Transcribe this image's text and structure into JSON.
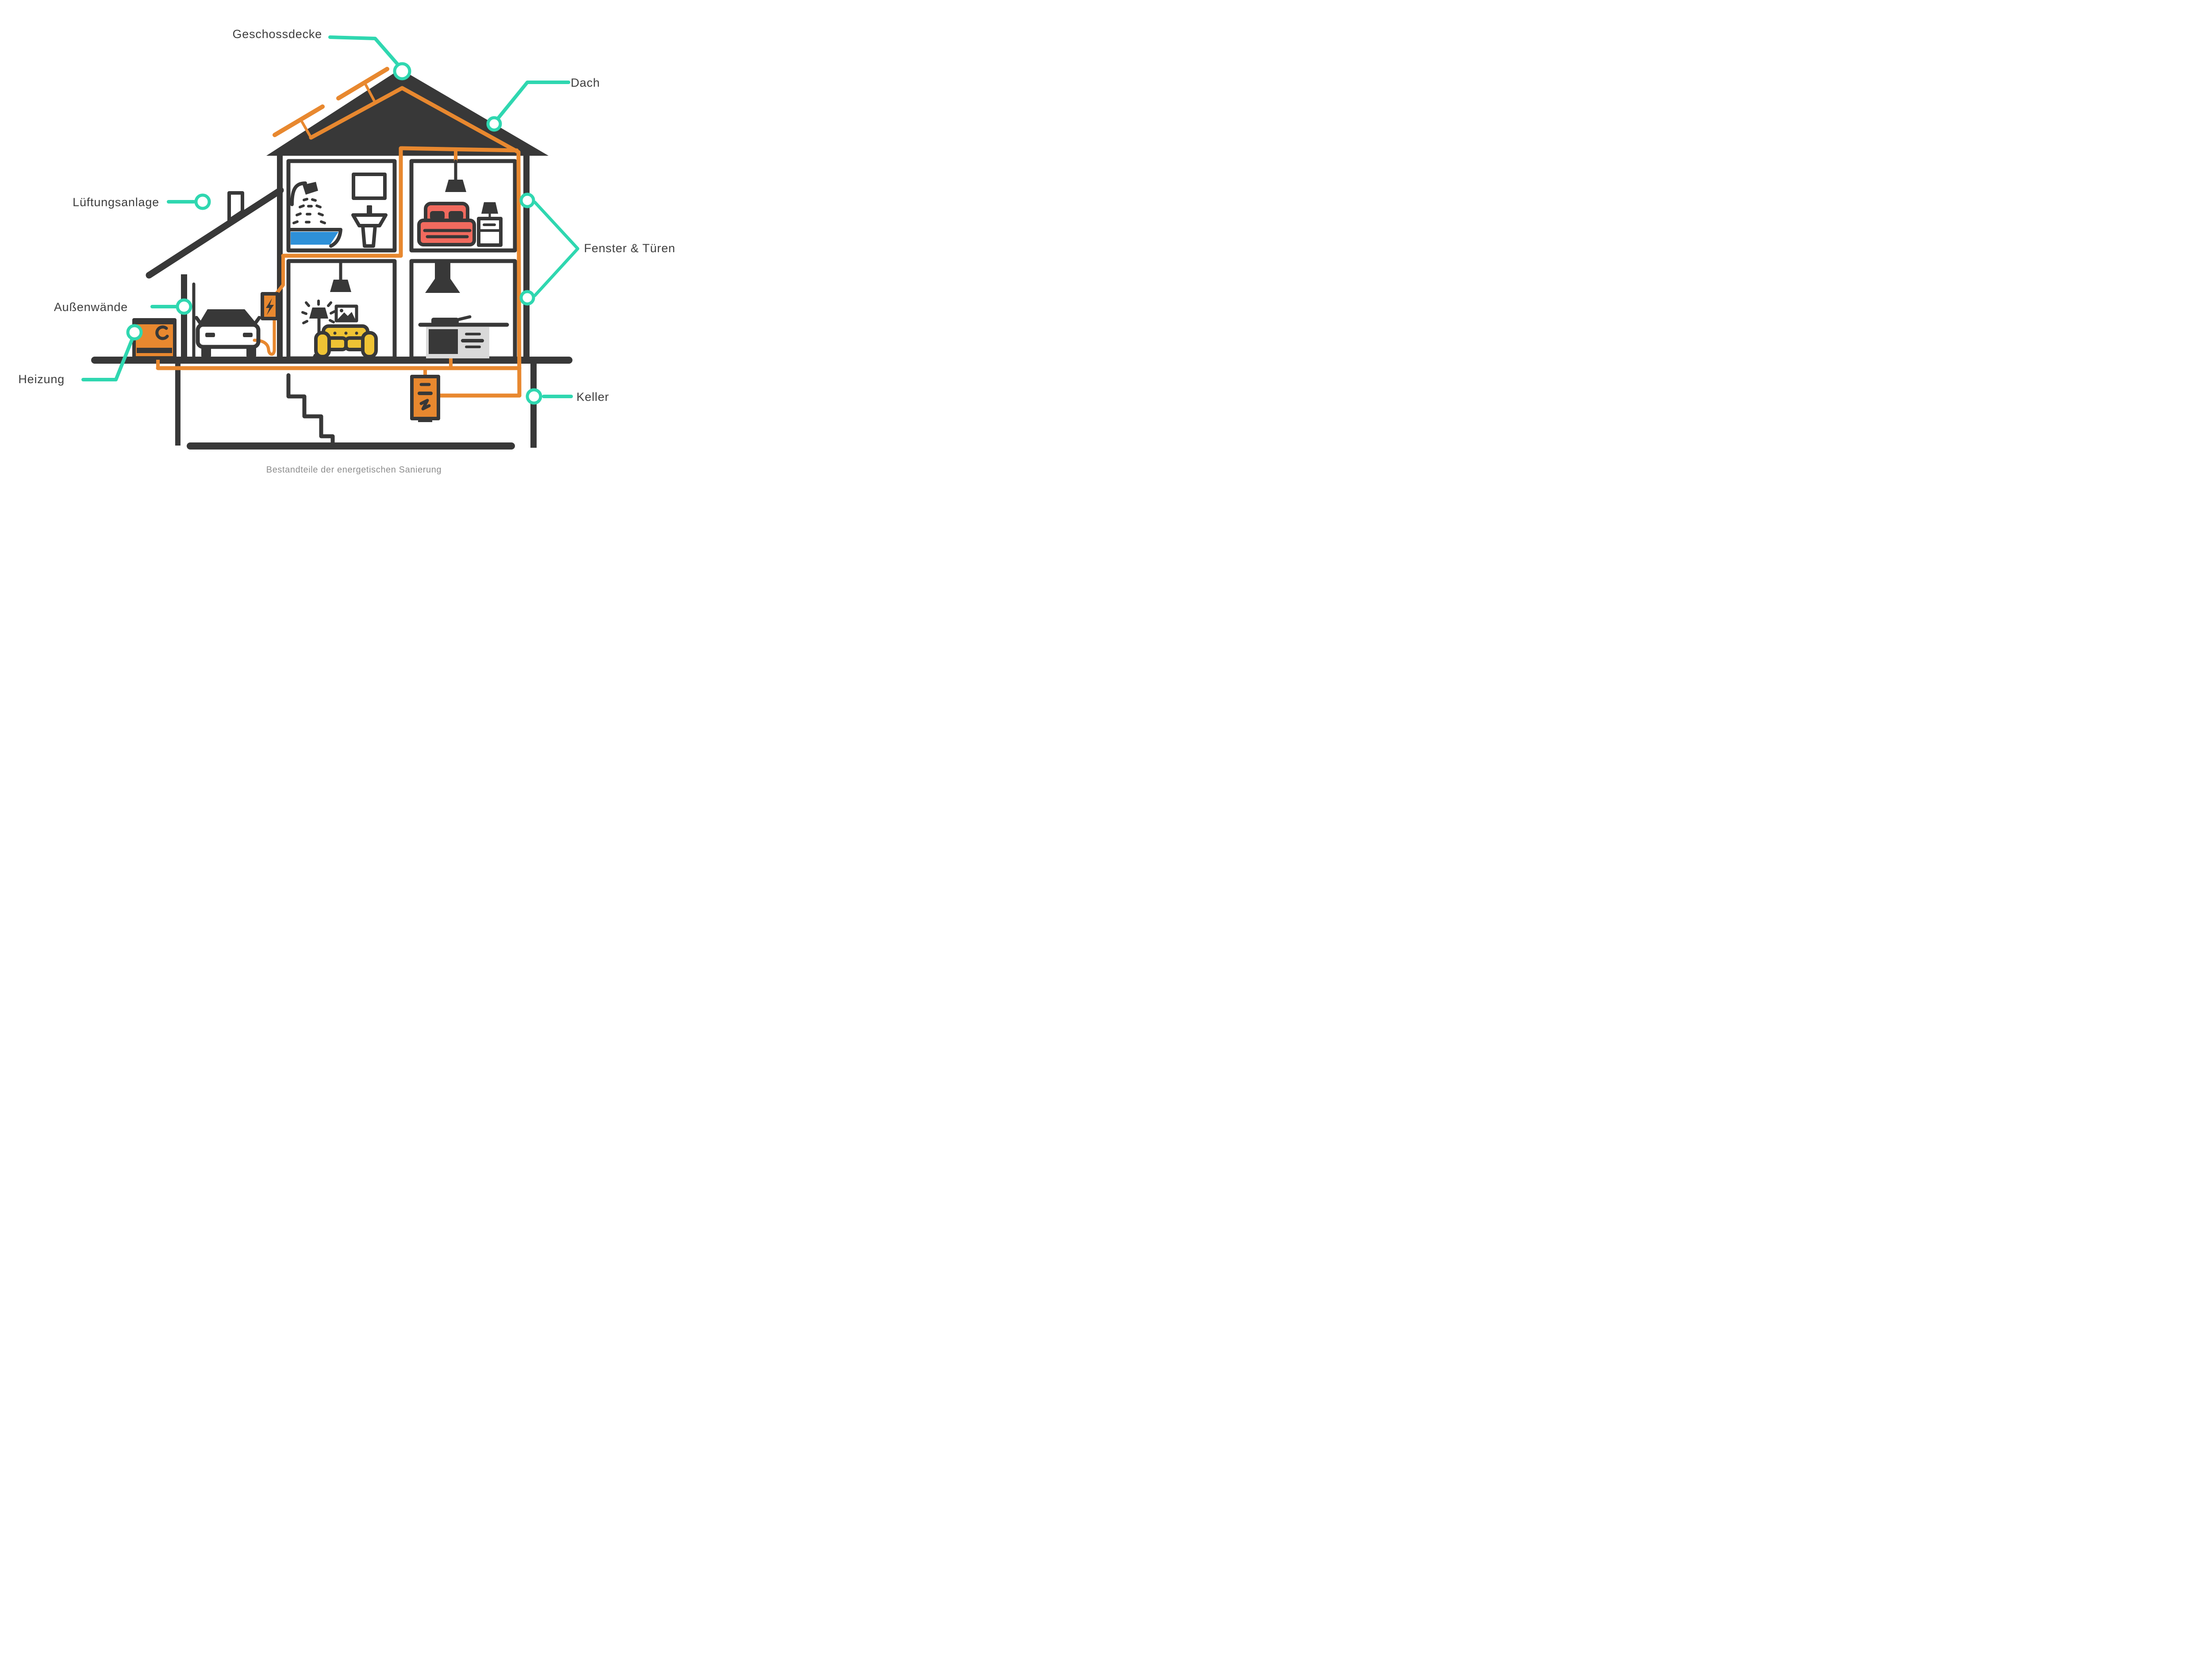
{
  "diagram": {
    "type": "annotated_illustration",
    "subject": "Haus-Querschnitt zur energetischen Sanierung",
    "caption": "Bestandteile der energetischen Sanierung"
  },
  "labels": {
    "geschossdecke": "Geschossdecke",
    "dach": "Dach",
    "lueftungsanlage": "Lüftungsanlage",
    "fenster_tueren": "Fenster & Türen",
    "aussenwaende": "Außenwände",
    "heizung": "Heizung",
    "keller": "Keller"
  },
  "colors": {
    "accent_teal": "#2fd7b0",
    "pipe_orange": "#e8882f",
    "ink_dark": "#383838",
    "bed_red": "#f16a5e",
    "sofa_yellow": "#efc334",
    "tub_blue": "#2e90d8",
    "cabinet_gray": "#d9d9d9",
    "label_text": "#3e3e3e",
    "caption_text": "#8c8c8c"
  },
  "icons": {
    "wallbox": "lightning-icon",
    "heating_unit": "refresh-icon",
    "boiler": "zigzag-icon"
  }
}
